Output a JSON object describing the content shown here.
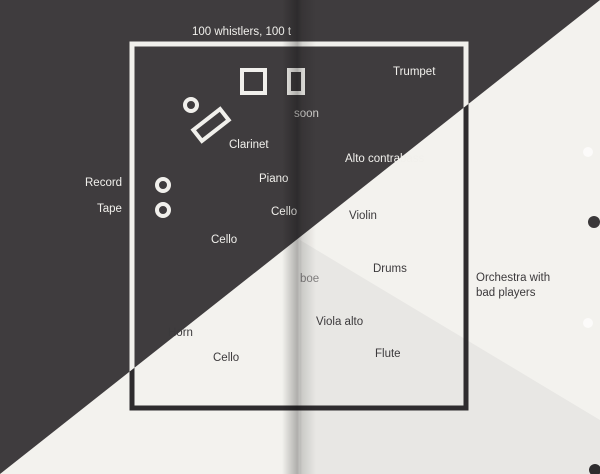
{
  "title_fragment": "100 whistlers, 100 t",
  "labels": {
    "trumpet": "Trumpet",
    "bassoon_fragment": "soon",
    "clarinet": "Clarinet",
    "alto_contrabass": "Alto contrabass",
    "piano": "Piano",
    "record": "Record",
    "tape": "Tape",
    "cello_1": "Cello",
    "violin": "Violin",
    "cello_2": "Cello",
    "drums": "Drums",
    "oboe_fragment": "boe",
    "orchestra_line1": "Orchestra with",
    "orchestra_line2": "bad players",
    "horn": "Horn",
    "viola_alto": "Viola alto",
    "cello_3": "Cello",
    "flute": "Flute"
  },
  "colors": {
    "dark": "#3f3c3e",
    "light": "#f3f2ee",
    "gray": "#e6e5e2"
  }
}
